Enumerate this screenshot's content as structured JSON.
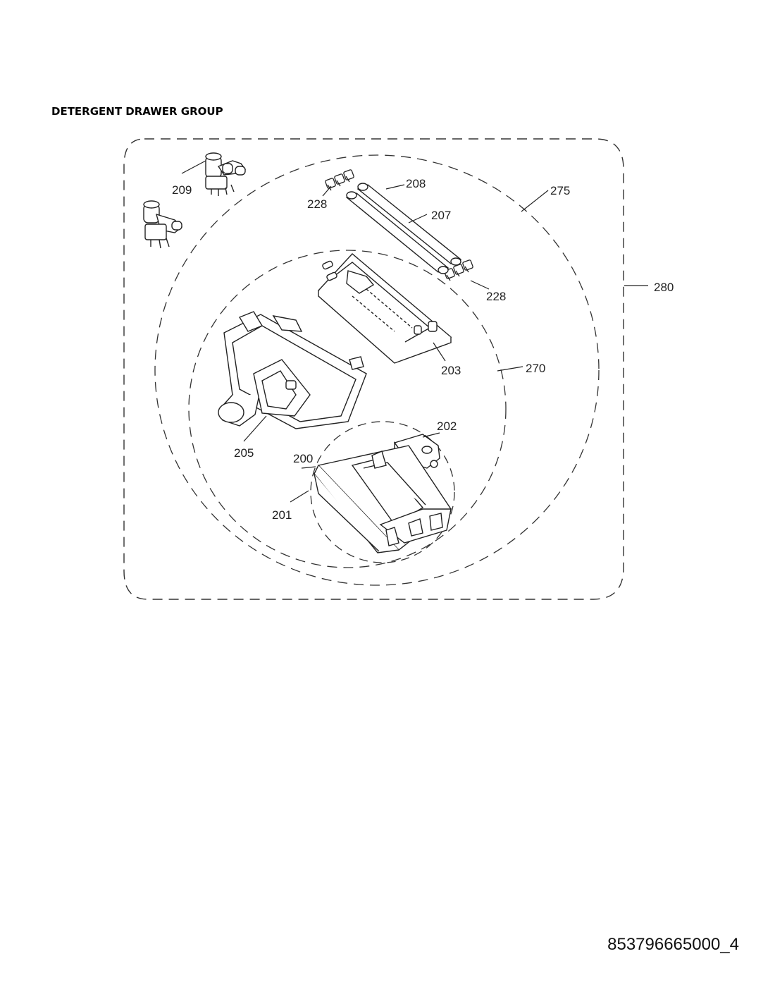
{
  "title": "DETERGENT DRAWER GROUP",
  "document_number": "853796665000_4",
  "callouts": {
    "c200": "200",
    "c201": "201",
    "c202": "202",
    "c203": "203",
    "c205": "205",
    "c207": "207",
    "c208": "208",
    "c209": "209",
    "c228a": "228",
    "c228b": "228",
    "c270": "270",
    "c275": "275",
    "c280": "280"
  }
}
